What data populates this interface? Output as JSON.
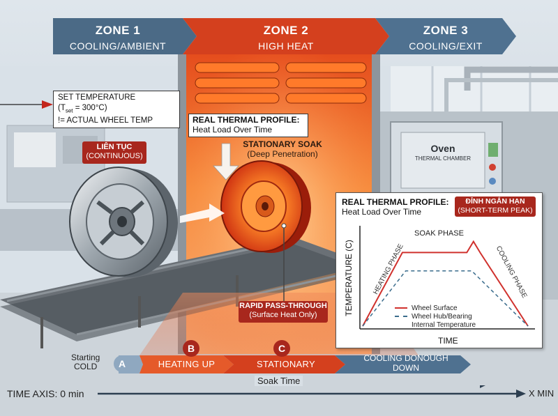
{
  "zones": [
    {
      "title": "ZONE 1",
      "subtitle": "COOLING/AMBIENT"
    },
    {
      "title": "ZONE 2",
      "subtitle": "HIGH HEAT"
    },
    {
      "title": "ZONE 3",
      "subtitle": "COOLING/EXIT"
    }
  ],
  "set_temp": {
    "line1": "SET TEMPERATURE",
    "line2_prefix": "(T",
    "line2_sub": "set",
    "line2_suffix": " = 300°C)",
    "line3": "!= ACTUAL WHEEL TEMP"
  },
  "continuous_tag": {
    "line1": "LIÊN TỤC",
    "line2": "(CONTINUOUS)"
  },
  "profile_callout": {
    "line1": "REAL THERMAL PROFILE:",
    "line2": "Heat Load Over Time"
  },
  "stationary_soak": {
    "line1": "STATIONARY SOAK",
    "line2": "(Deep Penetration)"
  },
  "oven": {
    "title": "Oven",
    "subtitle": "THERMAL CHAMBER"
  },
  "rapid_pass": {
    "line1": "RAPID PASS-THROUGH",
    "line2": "(Surface Heat Only)"
  },
  "graph": {
    "title1": "REAL THERMAL PROFILE:",
    "title2": "Heat Load Over Time",
    "peak_tag1": "ĐỈNH NGẮN HẠN",
    "peak_tag2": "(SHORT-TERM PEAK)",
    "ylabel": "TEMPERATURE (C)",
    "xlabel": "TIME",
    "heating_phase": "HEATING PHASE",
    "soak_phase": "SOAK PHASE",
    "cooling_phase": "COOLING PHASE",
    "legend_surface": "Wheel Surface",
    "legend_hub1": "Wheel Hub/Bearing",
    "legend_hub2": "Internal Temperature"
  },
  "chart_data": {
    "type": "line",
    "title": "REAL THERMAL PROFILE: Heat Load Over Time",
    "xlabel": "TIME",
    "ylabel": "TEMPERATURE (C)",
    "x_ticks_labeled": false,
    "series": [
      {
        "name": "Wheel Surface",
        "style": "solid",
        "color": "#d0312d",
        "x": [
          0,
          0.24,
          0.63,
          0.67,
          0.71,
          1.0
        ],
        "y": [
          0,
          0.8,
          0.8,
          0.92,
          0.8,
          0
        ]
      },
      {
        "name": "Wheel Hub/Bearing Internal Temperature",
        "style": "dashed",
        "color": "#3a6c8c",
        "x": [
          0,
          0.26,
          0.66,
          1.0
        ],
        "y": [
          0,
          0.6,
          0.6,
          0
        ]
      }
    ]
  },
  "phases": {
    "starting1": "Starting",
    "starting2": "COLD",
    "badge_a": "A",
    "badge_b": "B",
    "badge_c": "C",
    "heating_up": "HEATING UP",
    "stationary": "STATIONARY",
    "cooling1": "COOLING DONOUGH",
    "cooling2": "DOWN"
  },
  "time_axis": {
    "label": "TIME AXIS: 0 min",
    "soak": "Soak Time",
    "end": "X MIN"
  },
  "colors": {
    "zone1": "#4b6a86",
    "zone2": "#d4401e",
    "zone3": "#4f7190",
    "surface_line": "#d0312d",
    "hub_line": "#3a6c8c",
    "tag_red": "#a8271d"
  }
}
